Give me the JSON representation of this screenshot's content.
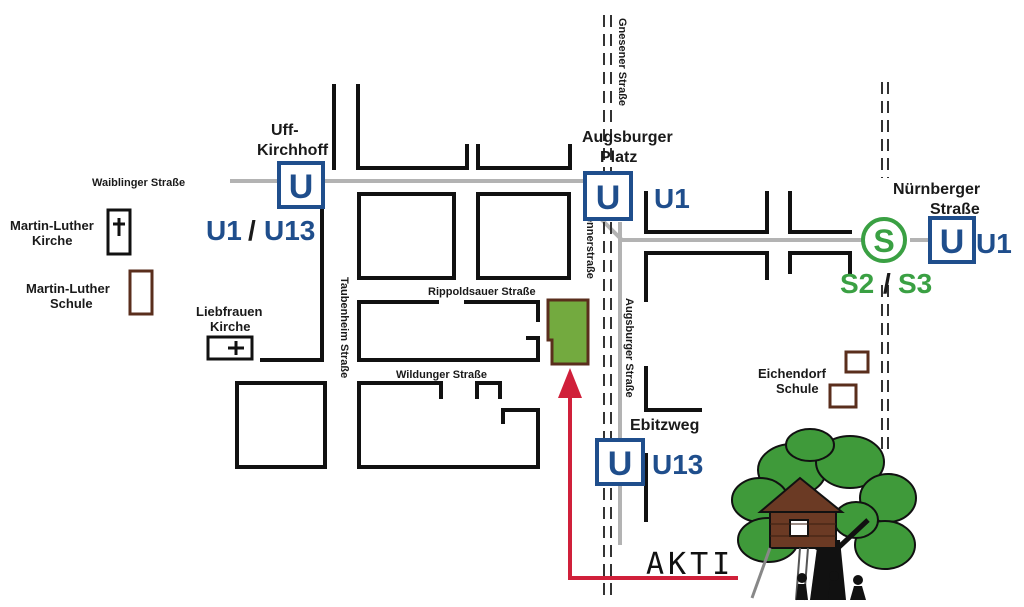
{
  "colors": {
    "ubahn_blue": "#1f4e8c",
    "sbahn_green": "#3aa043",
    "route_red": "#d0203a",
    "target_green": "#73aa3f",
    "target_border": "#5a2e1c",
    "school_brown": "#5a2e1c",
    "street_gray": "#b3b3b3"
  },
  "streets": {
    "waiblinger": "Waiblinger Straße",
    "gnesener": "Gnesener Straße",
    "dennerstrasse": "Dennerstraße",
    "rippoldsauer": "Rippoldsauer Straße",
    "wildunger": "Wildunger Straße",
    "taubenheim": "Taubenheim Straße",
    "augsburger": "Augsburger Straße",
    "ebitzweg": "Ebitzweg"
  },
  "stations": {
    "uff_kirchhof": {
      "name_line1": "Uff-",
      "name_line2": "Kirchhoff",
      "badge": "U",
      "lines_a": "U1",
      "separator": "/",
      "lines_b": "U13"
    },
    "augsburger_platz": {
      "name_line1": "Augsburger",
      "name_line2": "Platz",
      "badge": "U",
      "lines": "U1"
    },
    "nuernberger": {
      "name_line1": "Nürnberger",
      "name_line2": "Straße",
      "sbadge": "S",
      "ubadge": "U",
      "u_lines": "U1",
      "s_lines_a": "S2",
      "separator": "/",
      "s_lines_b": "S3"
    },
    "ebitzweg": {
      "badge": "U",
      "lines": "U13"
    }
  },
  "pois": {
    "ml_kirche": {
      "line1": "Martin-Luther",
      "line2": "Kirche",
      "symbol": "cross-icon"
    },
    "ml_schule": {
      "line1": "Martin-Luther",
      "line2": "Schule"
    },
    "liebfrauen": {
      "line1": "Liebfrauen",
      "line2": "Kirche",
      "symbol": "cross-icon"
    },
    "eichendorf": {
      "line1": "Eichendorf",
      "line2": "Schule"
    }
  },
  "destination": {
    "label": "AKTI",
    "logo": "treehouse-icon"
  }
}
